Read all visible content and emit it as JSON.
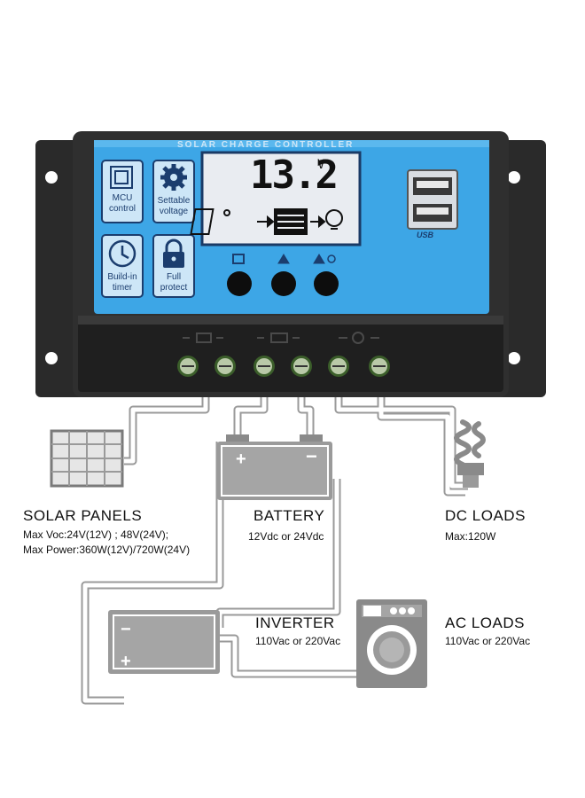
{
  "controller": {
    "header": "SOLAR CHARGE CONTROLLER",
    "lcd_value": "13.2",
    "lcd_unit": "V",
    "features": [
      {
        "line1": "MCU",
        "line2": "control"
      },
      {
        "line1": "Settable",
        "line2": "voltage"
      },
      {
        "line1": "Build-in",
        "line2": "timer"
      },
      {
        "line1": "Full",
        "line2": "protect"
      }
    ],
    "usb_label": "USB",
    "colors": {
      "panel": "#3da6e6",
      "body": "#2b2b2b",
      "lcd": "#e9ecf1"
    }
  },
  "solar": {
    "title": "SOLAR  PANELS",
    "line1": "Max  Voc:24V(12V) ; 48V(24V);",
    "line2": "Max  Power:360W(12V)/720W(24V)"
  },
  "battery": {
    "title": "BATTERY",
    "line1": "12Vdc  or  24Vdc"
  },
  "dc_loads": {
    "title": "DC  LOADS",
    "line1": "Max:120W"
  },
  "inverter": {
    "title": "INVERTER",
    "line1": "110Vac  or  220Vac"
  },
  "ac_loads": {
    "title": "AC  LOADS",
    "line1": "110Vac  or  220Vac"
  }
}
